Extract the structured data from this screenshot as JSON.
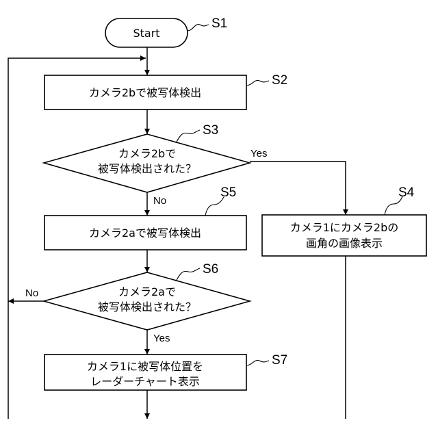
{
  "steps": {
    "start": {
      "tag": "S1",
      "lines": [
        "Start"
      ]
    },
    "detect_2b": {
      "tag": "S2",
      "lines": [
        "カメラ2bで被写体検出"
      ]
    },
    "decide_2b": {
      "tag": "S3",
      "lines": [
        "カメラ2bで",
        "被写体検出された？"
      ]
    },
    "show_angle": {
      "tag": "S4",
      "lines": [
        "カメラ1にカメラ2bの",
        "画角の画像表示"
      ]
    },
    "detect_2a": {
      "tag": "S5",
      "lines": [
        "カメラ2aで被写体検出"
      ]
    },
    "decide_2a": {
      "tag": "S6",
      "lines": [
        "カメラ2aで",
        "被写体検出された？"
      ]
    },
    "radar": {
      "tag": "S7",
      "lines": [
        "カメラ1に被写体位置を",
        "レーダーチャート表示"
      ]
    }
  },
  "branch_labels": {
    "s3_yes": "Yes",
    "s3_no": "No",
    "s6_yes": "Yes",
    "s6_no": "No"
  },
  "colors": {
    "line": "#000000",
    "background": "#ffffff"
  }
}
